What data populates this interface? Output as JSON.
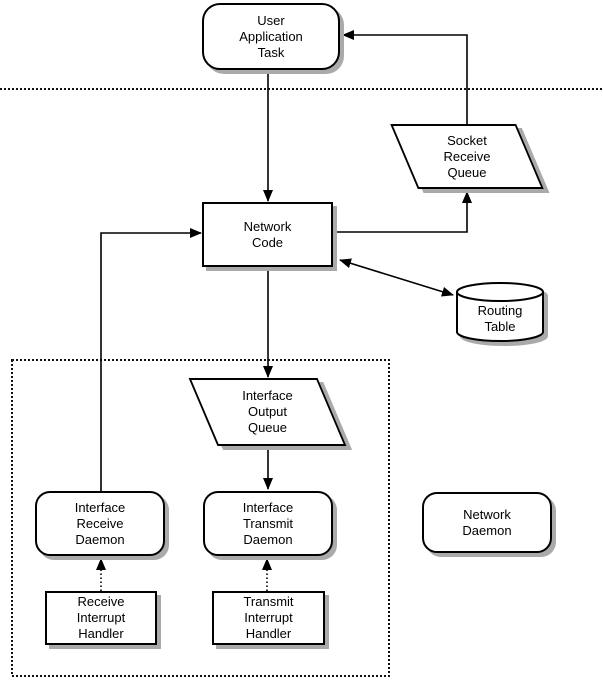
{
  "nodes": {
    "user_application_task": {
      "label": "User\nApplication\nTask",
      "shape": "rounded-box"
    },
    "socket_receive_queue": {
      "label": "Socket\nReceive\nQueue",
      "shape": "parallelogram-queue"
    },
    "network_code": {
      "label": "Network\nCode",
      "shape": "rectangle"
    },
    "routing_table": {
      "label": "Routing\nTable",
      "shape": "cylinder-datastore"
    },
    "interface_output_queue": {
      "label": "Interface\nOutput\nQueue",
      "shape": "parallelogram-queue"
    },
    "interface_receive_daemon": {
      "label": "Interface\nReceive\nDaemon",
      "shape": "rounded-box"
    },
    "interface_transmit_daemon": {
      "label": "Interface\nTransmit\nDaemon",
      "shape": "rounded-box"
    },
    "network_daemon": {
      "label": "Network\nDaemon",
      "shape": "rounded-box"
    },
    "receive_interrupt_handler": {
      "label": "Receive\nInterrupt\nHandler",
      "shape": "rectangle"
    },
    "transmit_interrupt_handler": {
      "label": "Transmit\nInterrupt\nHandler",
      "shape": "rectangle"
    }
  },
  "edges": [
    {
      "from": "user_application_task",
      "to": "network_code",
      "style": "solid",
      "bidirectional": false
    },
    {
      "from": "socket_receive_queue",
      "to": "user_application_task",
      "style": "solid",
      "bidirectional": false
    },
    {
      "from": "network_code",
      "to": "socket_receive_queue",
      "style": "solid",
      "bidirectional": false
    },
    {
      "from": "interface_receive_daemon",
      "to": "network_code",
      "style": "solid",
      "bidirectional": false
    },
    {
      "from": "network_code",
      "to": "routing_table",
      "style": "solid",
      "bidirectional": true
    },
    {
      "from": "network_code",
      "to": "interface_output_queue",
      "style": "solid",
      "bidirectional": false
    },
    {
      "from": "interface_output_queue",
      "to": "interface_transmit_daemon",
      "style": "solid",
      "bidirectional": false
    },
    {
      "from": "receive_interrupt_handler",
      "to": "interface_receive_daemon",
      "style": "dotted",
      "bidirectional": false
    },
    {
      "from": "transmit_interrupt_handler",
      "to": "interface_transmit_daemon",
      "style": "dotted",
      "bidirectional": false
    }
  ],
  "boundaries": [
    {
      "name": "user-kernel-boundary-line",
      "style": "dotted-horizontal-line"
    },
    {
      "name": "driver-boundary-box",
      "style": "dotted-rectangle"
    }
  ],
  "colors": {
    "line": "#000000",
    "node_fill": "#ffffff",
    "shadow": "#aaaaaa",
    "background": "#ffffff"
  }
}
